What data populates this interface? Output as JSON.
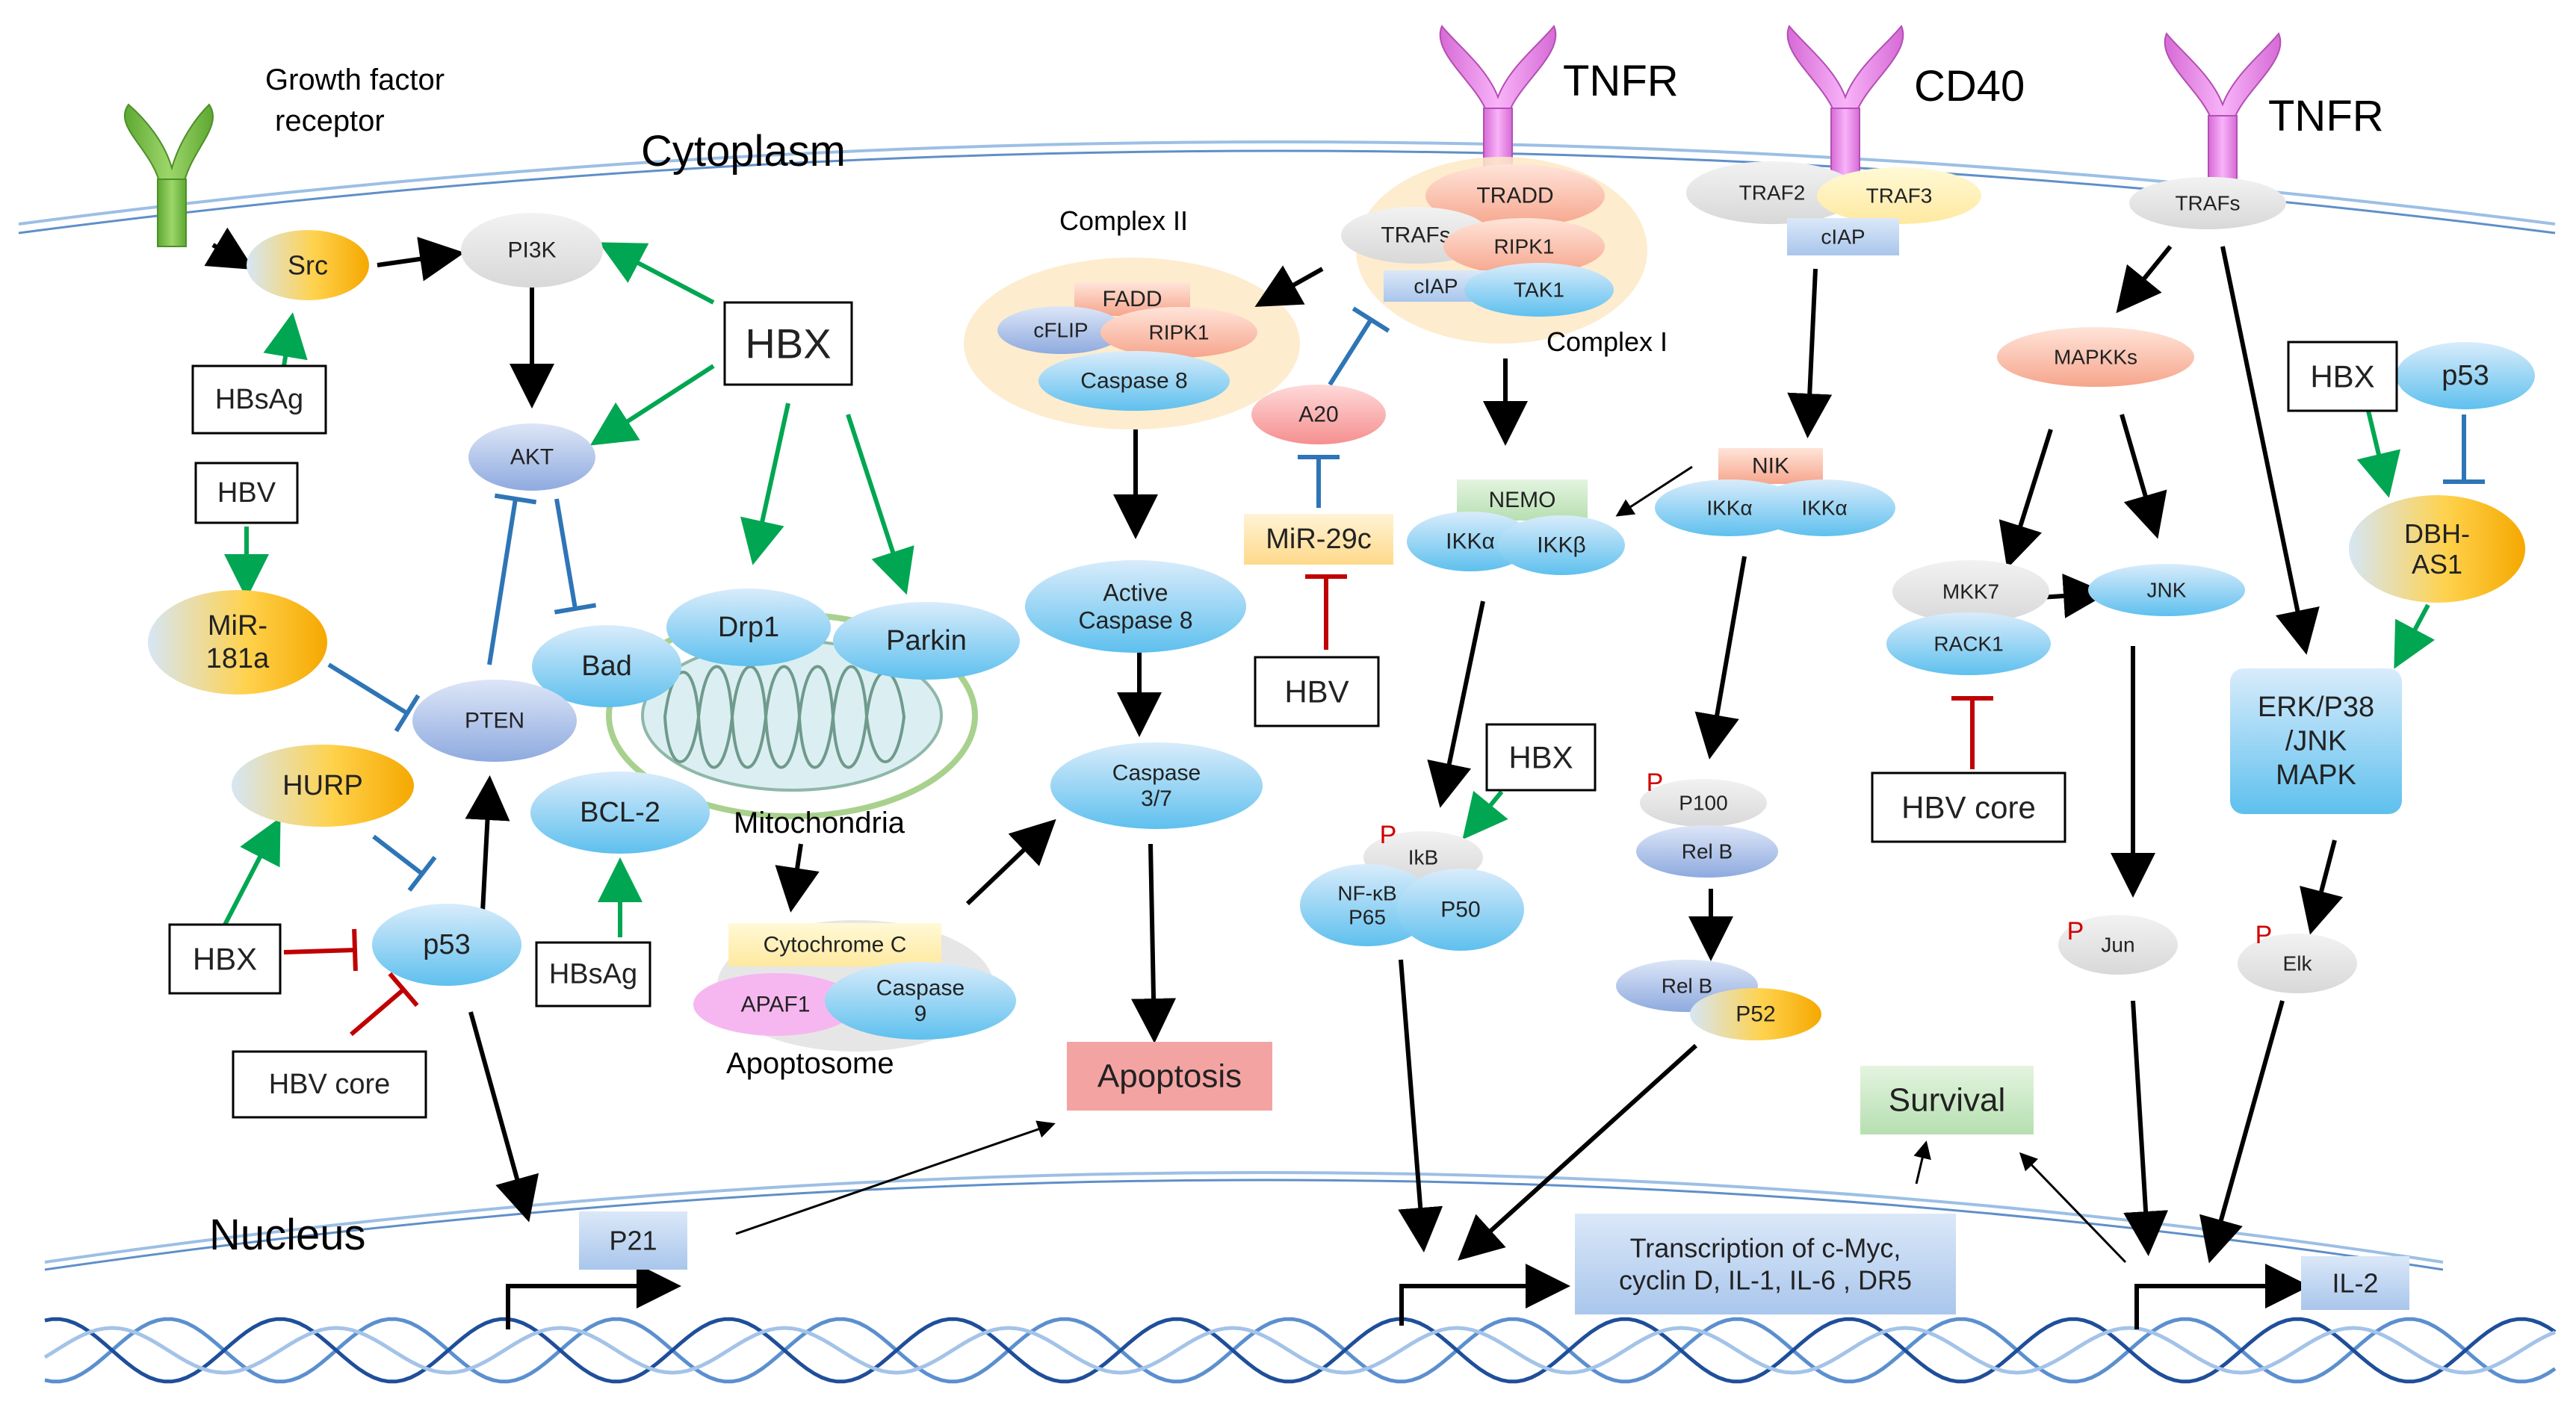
{
  "labels": {
    "growth_factor_receptor_1": "Growth factor",
    "growth_factor_receptor_2": "receptor",
    "cytoplasm": "Cytoplasm",
    "nucleus": "Nucleus",
    "tnfr_1": "TNFR",
    "cd40": "CD40",
    "tnfr_2": "TNFR",
    "complex_ii": "Complex II",
    "complex_i": "Complex I",
    "mitochondria": "Mitochondria",
    "apoptosome": "Apoptosome"
  },
  "nodes": {
    "src": "Src",
    "pi3k": "PI3K",
    "akt": "AKT",
    "bad": "Bad",
    "pten": "PTEN",
    "mir181a_1": "MiR-",
    "mir181a_2": "181a",
    "hurp": "HURP",
    "p53": "p53",
    "bcl2": "BCL-2",
    "drp1": "Drp1",
    "parkin": "Parkin",
    "fadd": "FADD",
    "cflip": "cFLIP",
    "ripk1_c2": "RIPK1",
    "caspase8": "Caspase 8",
    "active_casp8_1": "Active",
    "active_casp8_2": "Caspase 8",
    "caspase37_1": "Caspase",
    "caspase37_2": "3/7",
    "cytochrome_c": "Cytochrome C",
    "apaf1": "APAF1",
    "caspase9_1": "Caspase",
    "caspase9_2": "9",
    "tradd": "TRADD",
    "trafs_c1": "TRAFs",
    "ripk1_c1": "RIPK1",
    "ciap_c1": "cIAP",
    "tak1": "TAK1",
    "a20": "A20",
    "mir29c": "MiR-29c",
    "nemo": "NEMO",
    "ikka_1": "IKKα",
    "ikkb": "IKKβ",
    "ikb": "IkB",
    "nfkb_1": "NF-κB",
    "nfkb_2": "P65",
    "p50": "P50",
    "traf2": "TRAF2",
    "traf3": "TRAF3",
    "ciap_cd40": "cIAP",
    "nik": "NIK",
    "ikka_2": "IKKα",
    "ikka_3": "IKKα",
    "p100": "P100",
    "relb_1": "Rel B",
    "relb_2": "Rel B",
    "p52": "P52",
    "trafs_tnfr2": "TRAFs",
    "mapkks": "MAPKKs",
    "mkk7": "MKK7",
    "rack1": "RACK1",
    "jnk": "JNK",
    "jun": "Jun",
    "p53_right": "p53",
    "dbh_as1_1": "DBH-",
    "dbh_as1_2": "AS1",
    "erk_1": "ERK/P38",
    "erk_2": "/JNK",
    "erk_3": "MAPK",
    "elk": "Elk",
    "p21": "P21",
    "transcription_1": "Transcription of c-Myc,",
    "transcription_2": "cyclin D, IL-1, IL-6 , DR5",
    "il2": "IL-2",
    "phospho": "P"
  },
  "boxes": {
    "hbsag_1": "HBsAg",
    "hbv_1": "HBV",
    "hbx_main": "HBX",
    "hbx_left": "HBX",
    "hbv_core_left": "HBV core",
    "hbsag_2": "HBsAg",
    "hbv_mir29c": "HBV",
    "hbx_ikb": "HBX",
    "hbv_core_right": "HBV core",
    "hbx_right": "HBX"
  },
  "outcomes": {
    "apoptosis": "Apoptosis",
    "survival": "Survival"
  },
  "colors": {
    "activation_arrow": "#000000",
    "hbv_activation_arrow": "#00a651",
    "inhibition_blue": "#2e75b6",
    "inhibition_red": "#c00000",
    "receptor_green": "#7cc142",
    "receptor_pink": "#ee82ee",
    "apoptosis_fill": "#f4a3a3",
    "survival_fill": "#b6dfb0"
  }
}
